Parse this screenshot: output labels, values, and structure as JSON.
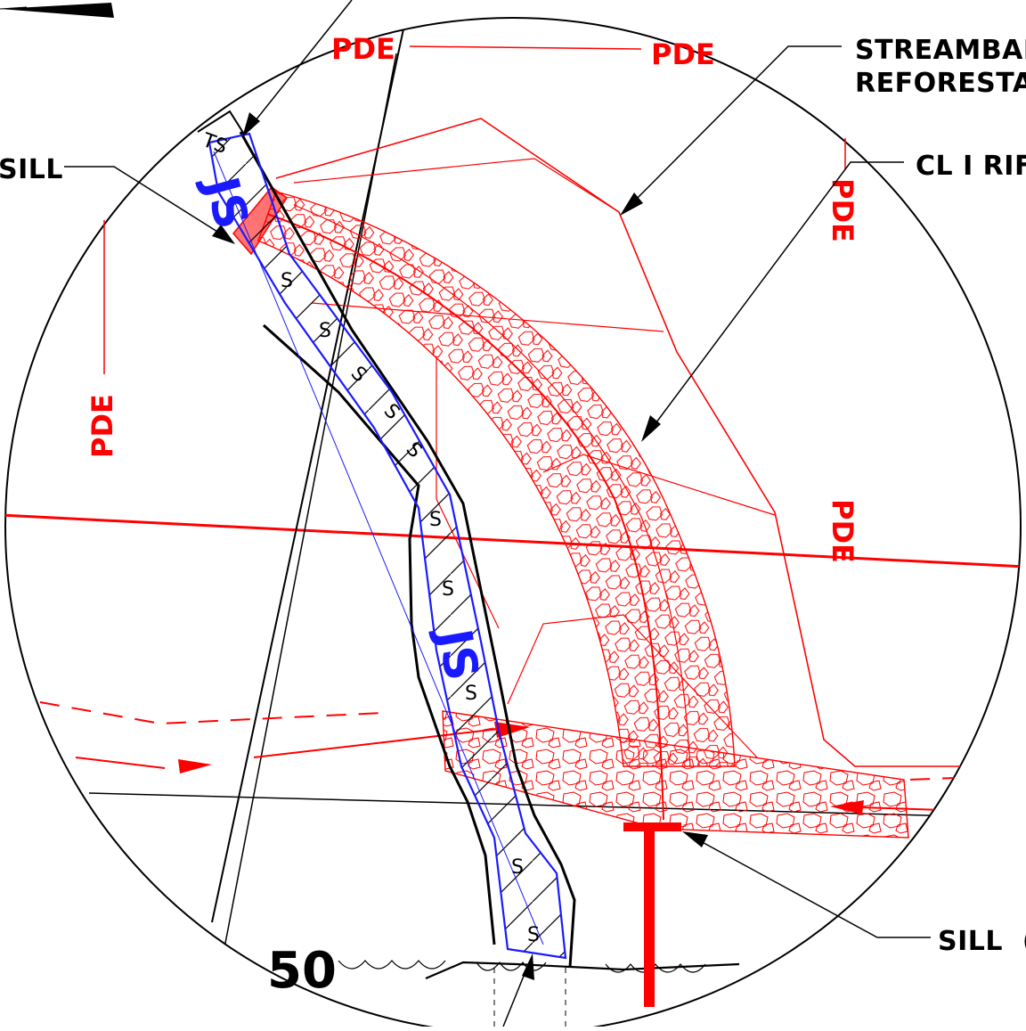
{
  "labels": {
    "streambank_line1": "STREAMBAN",
    "streambank_line2": "REFORESTA",
    "cl_riprap": "CL I RIF",
    "sill_left": "SILL",
    "sill_bottom": "SILL  (T",
    "station_number": "50",
    "pde": "PDE",
    "s_marker": "S",
    "ts_marker": "TS",
    "js_marker": "JS"
  },
  "colors": {
    "black": "#000000",
    "red": "#ff0000",
    "blue": "#1a1aff"
  }
}
